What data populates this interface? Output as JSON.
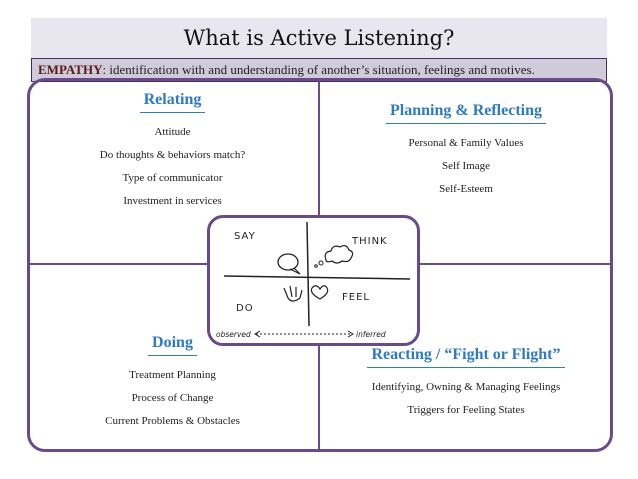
{
  "title": "What is Active Listening?",
  "empathy": {
    "term": "EMPATHY",
    "definition": ": identification with and understanding of another’s situation, feelings and motives."
  },
  "quadrants": {
    "relating": {
      "title": "Relating",
      "items": [
        "Attitude",
        "Do thoughts & behaviors match?",
        "Type of communicator",
        "Investment in services"
      ]
    },
    "planning": {
      "title": "Planning & Reflecting",
      "items": [
        "Personal & Family Values",
        "Self Image",
        "Self-Esteem"
      ]
    },
    "doing": {
      "title": "Doing",
      "items": [
        "Treatment Planning",
        "Process of Change",
        "Current Problems & Obstacles"
      ]
    },
    "reacting": {
      "title": "Reacting / “Fight or Flight”",
      "items": [
        "Identifying, Owning & Managing Feelings",
        "Triggers for Feeling States"
      ]
    }
  },
  "sketch": {
    "say": "SAY",
    "think": "THINK",
    "do": "DO",
    "feel": "FEEL",
    "observed": "observed",
    "inferred": "inferred"
  },
  "colors": {
    "accent_blue": "#2f7bbf",
    "frame_purple": "#6a4a8a",
    "title_bg": "#e8e6ee",
    "empathy_bg": "#cfcbd9"
  }
}
